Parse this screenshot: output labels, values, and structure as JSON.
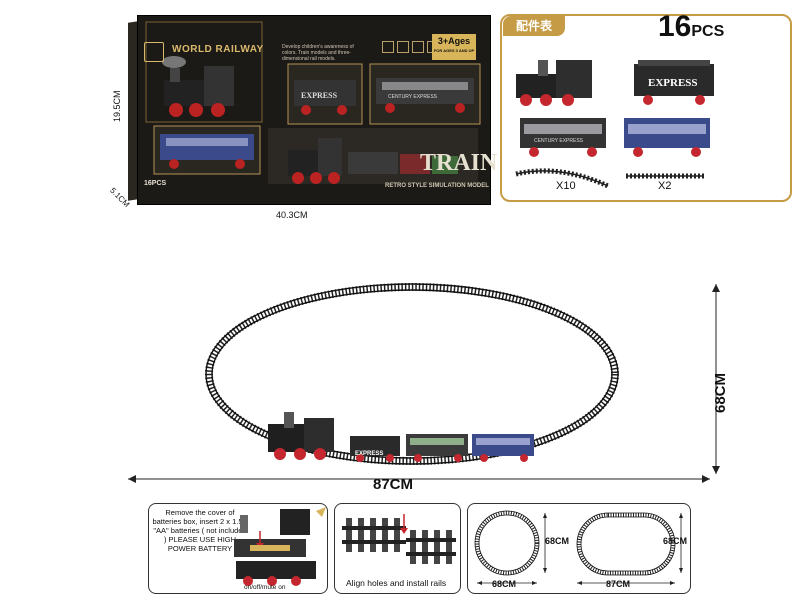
{
  "box": {
    "brand": "WORLD RAILWAY",
    "description": "Develop children's awareness of colors. Train models and three-dimensional rail models.",
    "age": "3+Ages",
    "age_sub": "FOR AGES 3 AND UP",
    "express_label": "EXPRESS",
    "century_label": "CENTURY EXPRESS",
    "title": "TRAIN",
    "subtitle": "RETRO STYLE SIMULATION MODEL",
    "count": "16PCS",
    "dim_height": "19.5CM",
    "dim_width": "40.3CM",
    "dim_depth": "5.1CM"
  },
  "parts": {
    "tab": "配件表",
    "count_number": "16",
    "count_unit": "PCS",
    "express_label": "EXPRESS",
    "century_label": "CENTURY EXPRESS",
    "curve_qty": "X10",
    "straight_qty": "X2"
  },
  "layout_dims": {
    "width": "87CM",
    "height": "68CM"
  },
  "instructions": {
    "battery_text": "Remove the cover of batteries box, insert 2 x 1.5V \"AA\" batteries ( not included ) PLEASE USE HIGH POWER BATTERY",
    "switch_text": "on/off/mute on",
    "rails_text": "Align holes and install rails",
    "circle_w": "68CM",
    "circle_h": "68CM",
    "oval_w": "87CM",
    "oval_h": "68CM"
  },
  "colors": {
    "gold": "#c59b45",
    "box_dark": "#1c1a17",
    "red": "#c4272d",
    "blue": "#3a4a8a"
  }
}
